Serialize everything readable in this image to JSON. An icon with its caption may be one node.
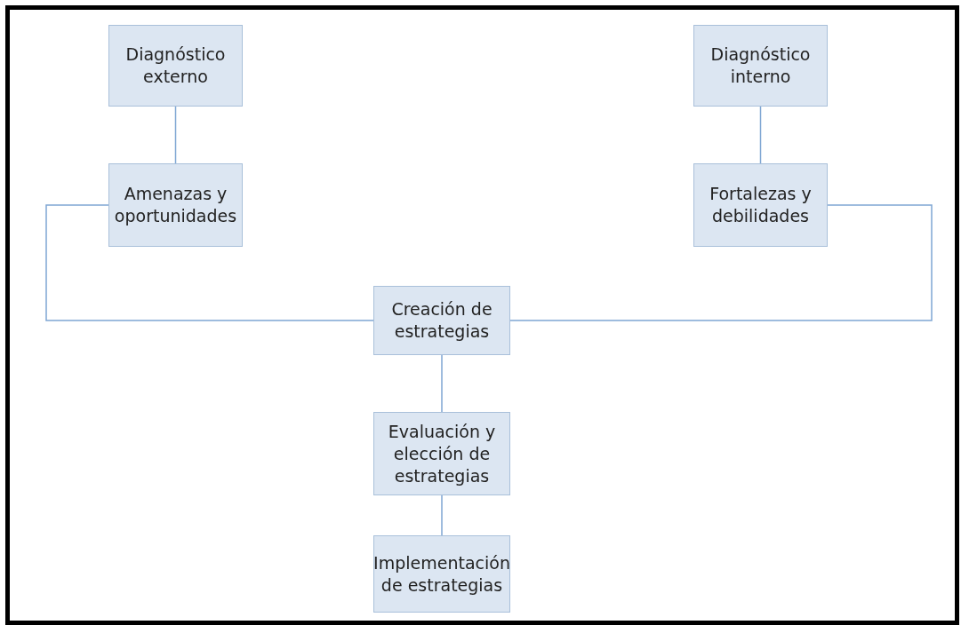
{
  "diagram": {
    "nodes": [
      {
        "text": [
          "Diagnóstico externo"
        ]
      },
      {
        "text": [
          "Diagnóstico interno"
        ]
      },
      {
        "text": [
          "Amenazas y oportunidades"
        ]
      },
      {
        "text": [
          "Fortalezas y debilidades"
        ]
      },
      {
        "text": [
          "Creación de estrategias"
        ]
      },
      {
        "text": [
          "Evaluación y elección de estrategias"
        ]
      },
      {
        "text": [
          "Implementación de estrategias"
        ]
      }
    ],
    "edges": [
      {
        "from": 0,
        "to": 2,
        "arrow": "none"
      },
      {
        "from": 1,
        "to": 3,
        "arrow": "none"
      },
      {
        "from": 2,
        "to": 4,
        "arrow": "none"
      },
      {
        "from": 3,
        "to": 4,
        "arrow": "none"
      },
      {
        "from": 4,
        "to": 5,
        "arrow": "none"
      },
      {
        "from": 5,
        "to": 6,
        "arrow": "none"
      }
    ]
  }
}
